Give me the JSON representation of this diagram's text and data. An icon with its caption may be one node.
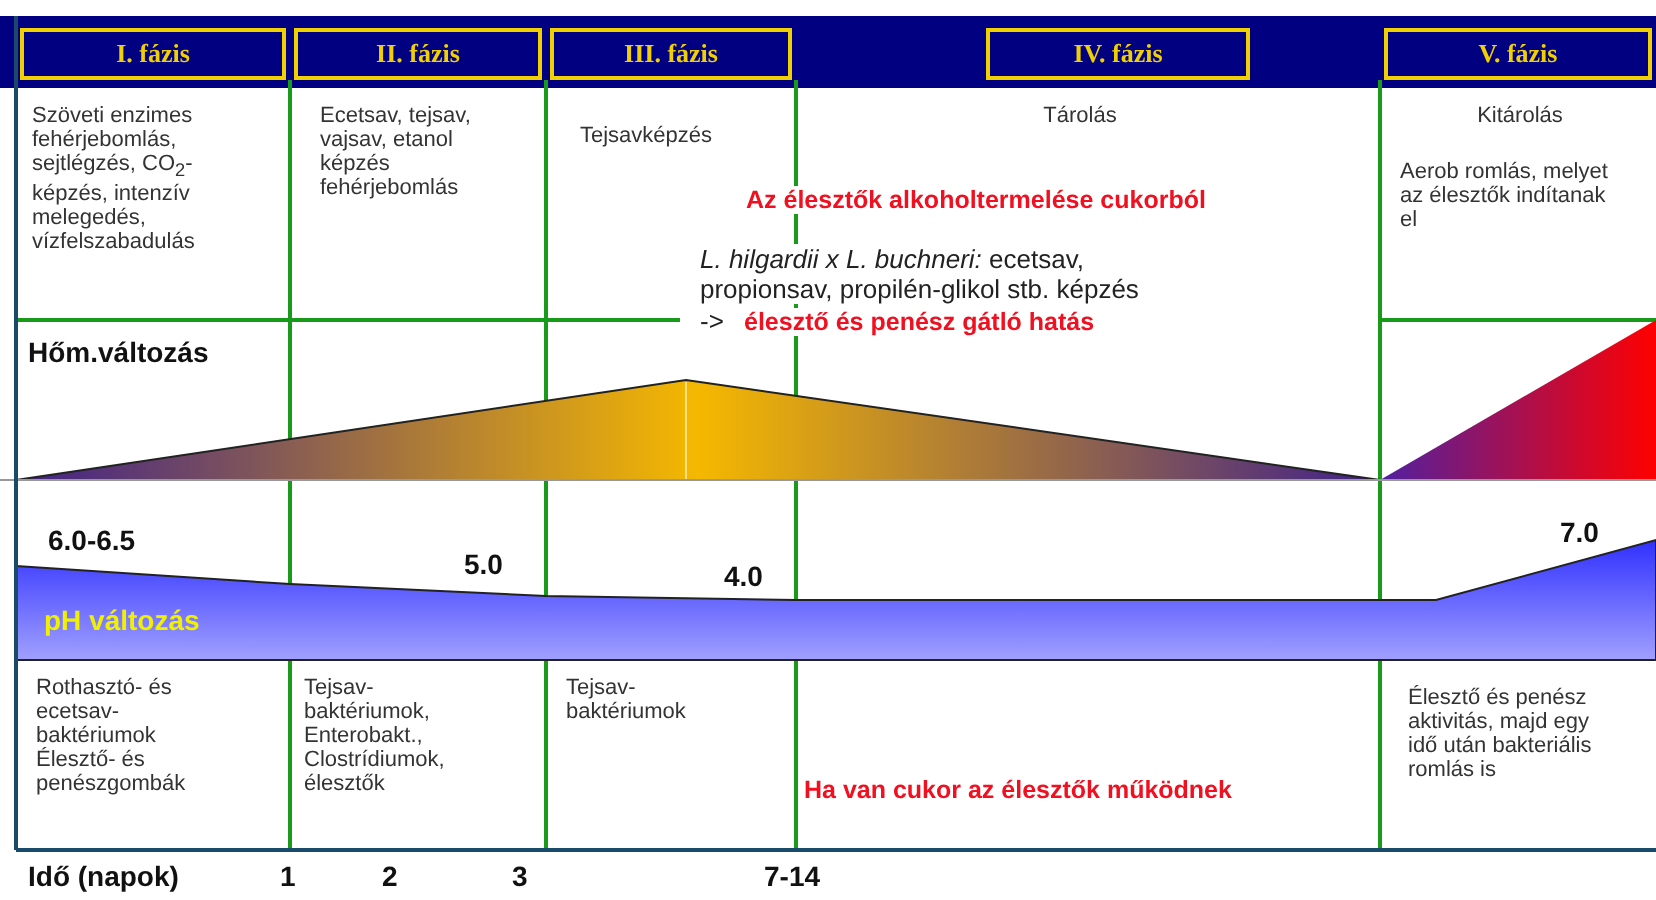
{
  "diagram": {
    "labels": [
      "I. fázis",
      "II. fázis",
      "III. fázis",
      "IV. fázis",
      "V. fázis",
      "Szöveti enzimes fehérjebomlás, sejtlégzés, CO$_{2}$-képzés, intenzív melegedés, vízfelszabadulás",
      "Ecetsav, tejsav, vajsav, etanol képzés fehérjebomlás",
      "Tejsavképzés",
      "Tárolás",
      "Kitárolás",
      "Az élesztők alkoholtermelése cukorból",
      "Aerob romlás, melyet az élesztők indítanak el",
      "*L. hilgardii x L. buchneri:* ecetsav, propionsav, propilén-glikol stb. képzés",
      "->",
      "élesztő és penész gátló hatás",
      "Hőm.változás",
      "6.0-6.5",
      "5.0",
      "4.0",
      "7.0",
      "pH változás",
      "Rothasztó- és ecetsav-baktériumok Élesztő- és penészgombák",
      "Tejsav-baktériumok, Enterobakt., Clostrídiumok, élesztők",
      "Tejsav-baktériumok",
      "Ha van cukor az élesztők működnek",
      "Élesztő és penész aktivitás, majd egy idő után bakteriális romlás is",
      "Idő (napok)",
      "1",
      "2",
      "3",
      "7-14"
    ]
  }
}
